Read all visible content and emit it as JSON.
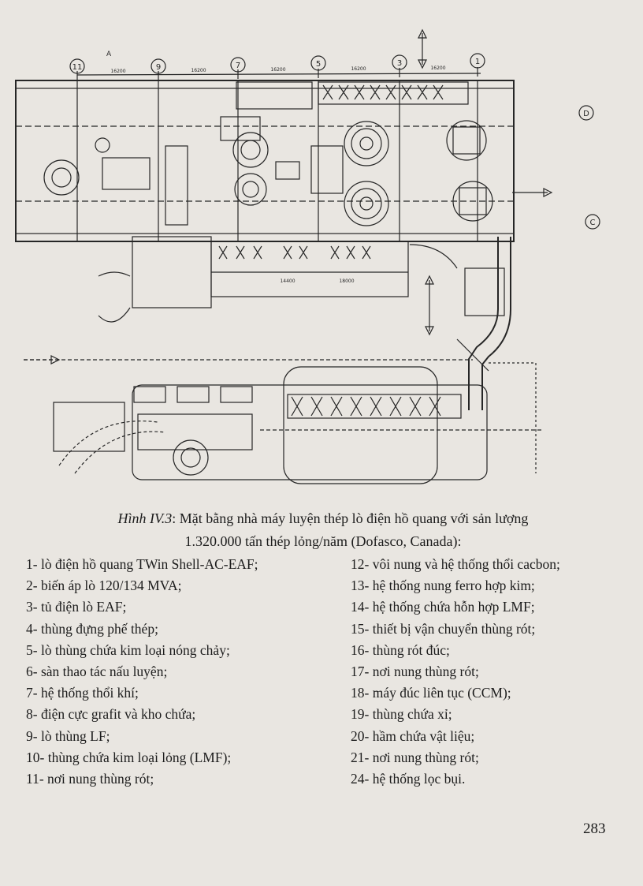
{
  "figure": {
    "axis_labels": {
      "a": "A",
      "n1": "1",
      "n3": "3",
      "n5": "5",
      "n7": "7",
      "n9": "9",
      "n11": "11",
      "d": "D",
      "c": "C"
    },
    "dimensions": {
      "d1": "16200",
      "d2": "16200",
      "d3": "16200",
      "d4": "16200",
      "d5": "16200",
      "d6": "14400",
      "d7": "18000"
    }
  },
  "caption": {
    "label": "Hình IV.3",
    "line1": ": Mặt bằng nhà máy luyện thép lò điện hồ quang với sản lượng",
    "line2": "1.320.000 tấn thép lỏng/năm (Dofasco, Canada):"
  },
  "legend": {
    "left": [
      "1- lò điện hồ quang TWin Shell-AC-EAF;",
      "2- biến áp lò 120/134 MVA;",
      "3- tủ điện lò EAF;",
      "4- thùng đựng phế thép;",
      "5- lò thùng chứa kim loại nóng chảy;",
      "6- sàn thao tác nấu luyện;",
      "7- hệ thống thổi khí;",
      "8- điện cực grafit và kho chứa;",
      "9- lò thùng LF;",
      "10- thùng chứa kim loại lỏng (LMF);",
      "11- nơi nung thùng rót;"
    ],
    "right": [
      "12- vôi nung và hệ thống thổi cacbon;",
      "13- hệ thống nung ferro hợp kim;",
      "14- hệ thống chứa hỗn hợp LMF;",
      "15- thiết bị vận chuyển thùng rót;",
      "16- thùng rót đúc;",
      "17- nơi nung thùng rót;",
      "18- máy đúc liên tục (CCM);",
      "19- thùng chứa xỉ;",
      "20- hầm chứa vật liệu;",
      "21- nơi nung thùng rót;",
      "24- hệ thống lọc bụi."
    ]
  },
  "page_number": "283"
}
